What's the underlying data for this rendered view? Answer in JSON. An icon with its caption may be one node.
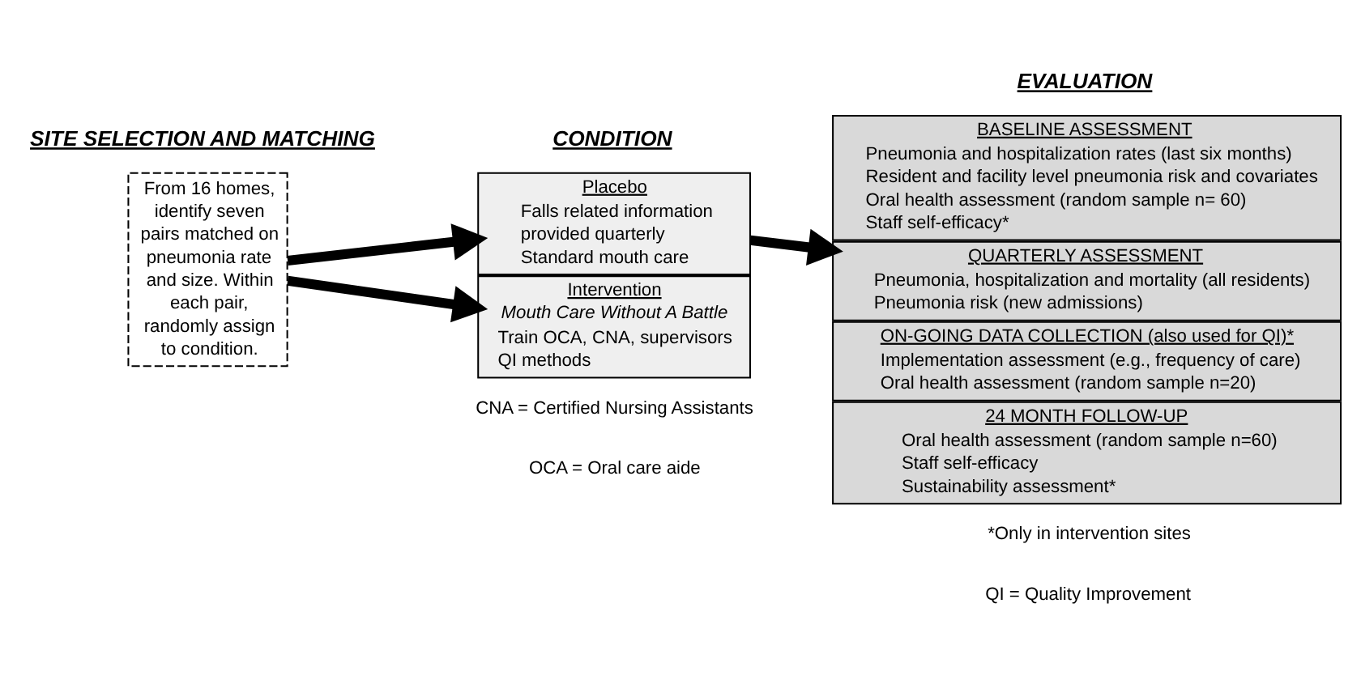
{
  "diagram": {
    "nodes": [
      {
        "text": [
          "From 16 homes, identify seven pairs matched on pneumonia rate and size. Within each pair, randomly assign to condition."
        ]
      },
      {
        "text": [
          "Placebo",
          "Falls related information provided quarterly",
          "Standard mouth care"
        ]
      },
      {
        "text": [
          "Intervention",
          "Mouth Care Without A Battle",
          "Train OCA, CNA, supervisors",
          "QI methods"
        ]
      },
      {
        "text": [
          "BASELINE ASSESSMENT",
          "Pneumonia and hospitalization rates (last six months)",
          "Resident and facility level pneumonia risk and covariates",
          "Oral health assessment (random sample n= 60)",
          "Staff self-efficacy*"
        ]
      },
      {
        "text": [
          "QUARTERLY ASSESSMENT",
          "Pneumonia, hospitalization and mortality (all residents)",
          "Pneumonia risk (new admissions)"
        ]
      },
      {
        "text": [
          "ON-GOING DATA COLLECTION (also used for QI)*",
          "Implementation assessment (e.g., frequency of care)",
          "Oral health assessment (random sample n=20)"
        ]
      },
      {
        "text": [
          "24 MONTH FOLLOW-UP",
          "Oral health assessment (random sample n=60)",
          "Staff self-efficacy",
          "Sustainability assessment*"
        ]
      }
    ],
    "edges": [
      {
        "from": 0,
        "to": 1,
        "arrow": "to"
      },
      {
        "from": 0,
        "to": 2,
        "arrow": "to"
      },
      {
        "from": 1,
        "to": 4,
        "arrow": "to"
      }
    ],
    "labels": [
      "SITE SELECTION AND MATCHING",
      "CONDITION",
      "EVALUATION",
      "CNA = Certified Nursing Assistants",
      "OCA = Oral care aide",
      "*Only in intervention sites",
      "QI = Quality Improvement"
    ]
  }
}
